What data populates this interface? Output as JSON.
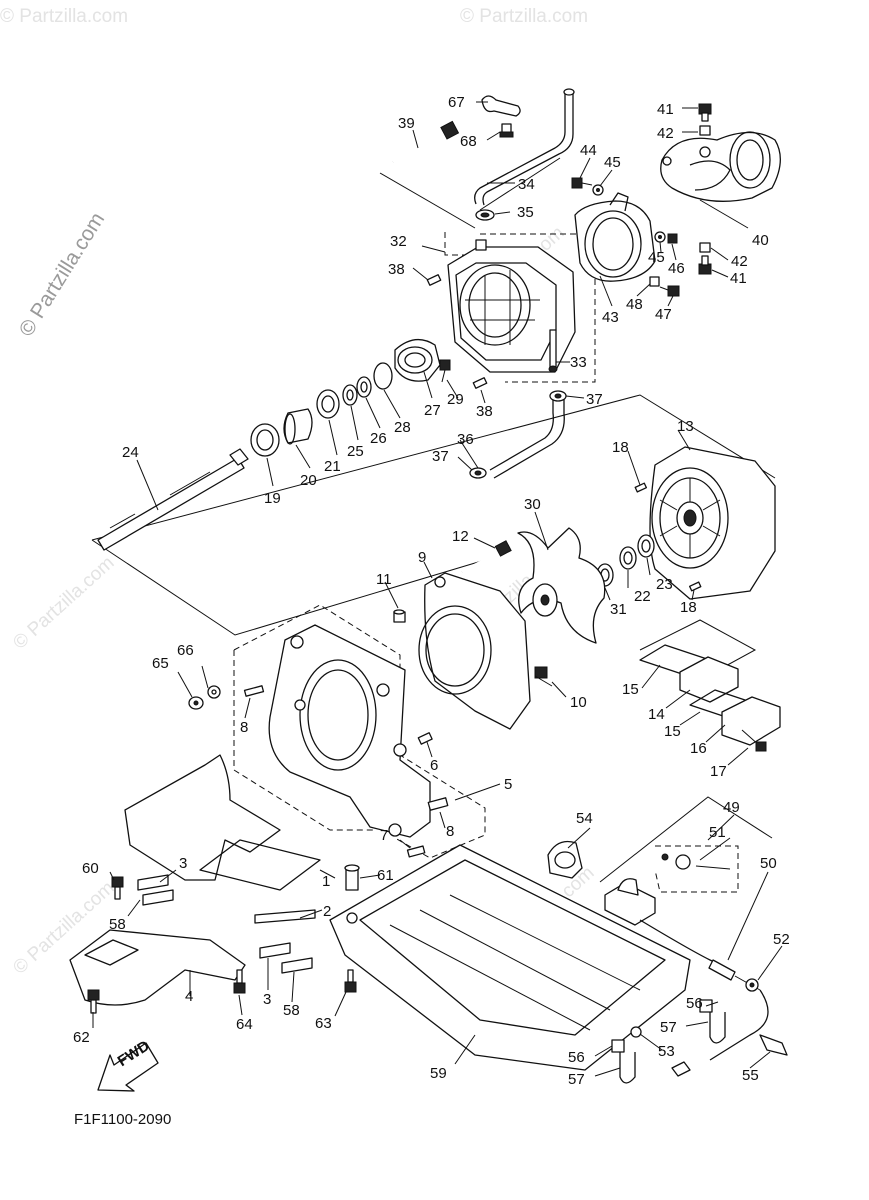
{
  "watermark": "© Partzilla.com",
  "watermarks_faint": [
    "© Partzilla.com",
    "© Partzilla.com",
    "© Partzilla.com",
    "© Partzilla.com",
    "© Partzilla.com",
    "© Partzilla.com",
    "© Partzilla.com"
  ],
  "figure_code": "F1F1100-2090",
  "fwd_label": "FWD",
  "callouts": [
    "1",
    "2",
    "3",
    "3",
    "4",
    "5",
    "6",
    "7",
    "8",
    "8",
    "9",
    "10",
    "11",
    "12",
    "13",
    "14",
    "15",
    "15",
    "16",
    "17",
    "18",
    "18",
    "19",
    "20",
    "21",
    "22",
    "23",
    "24",
    "25",
    "26",
    "27",
    "28",
    "29",
    "30",
    "31",
    "32",
    "33",
    "34",
    "35",
    "36",
    "37",
    "37",
    "38",
    "38",
    "39",
    "40",
    "41",
    "41",
    "42",
    "42",
    "43",
    "44",
    "45",
    "45",
    "46",
    "47",
    "48",
    "49",
    "50",
    "51",
    "52",
    "53",
    "54",
    "55",
    "56",
    "56",
    "57",
    "57",
    "58",
    "58",
    "59",
    "60",
    "61",
    "62",
    "63",
    "64",
    "65",
    "66",
    "67",
    "68"
  ]
}
